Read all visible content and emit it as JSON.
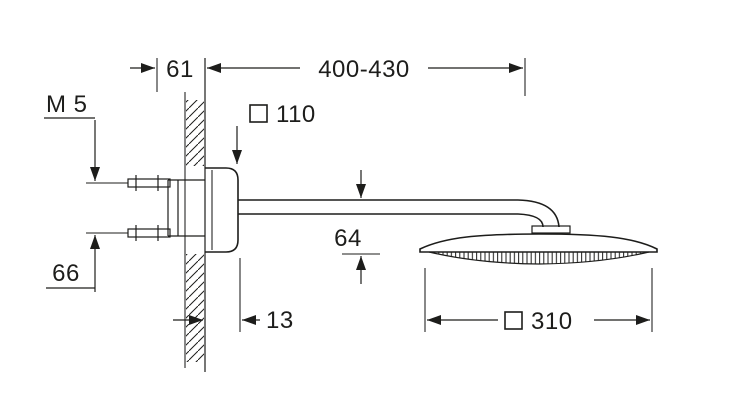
{
  "diagram": {
    "labels": {
      "arm_offset": "61",
      "arm_projection": "400-430",
      "screw_thread": "M 5",
      "escutcheon_size": "110",
      "head_drop": "64",
      "screw_spacing": "66",
      "wall_plate_depth": "13",
      "head_width": "310"
    },
    "colors": {
      "line": "#1d1d1b",
      "background": "#ffffff"
    }
  }
}
